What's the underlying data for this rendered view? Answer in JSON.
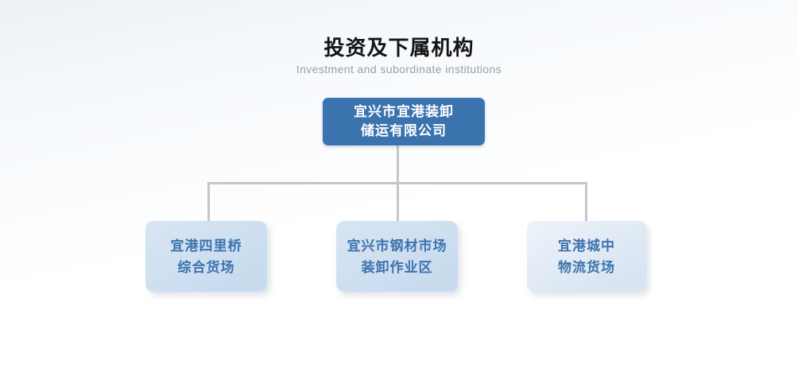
{
  "header": {
    "title": "投资及下属机构",
    "subtitle": "Investment and subordinate institutions"
  },
  "org_chart": {
    "root": {
      "line1": "宜兴市宜港装卸",
      "line2": "储运有限公司"
    },
    "children": [
      {
        "line1": "宜港四里桥",
        "line2": "综合货场"
      },
      {
        "line1": "宜兴市钢材市场",
        "line2": "装卸作业区"
      },
      {
        "line1": "宜港城中",
        "line2": "物流货场"
      }
    ]
  },
  "colors": {
    "root_bg": "#3a73ae",
    "root_text": "#ffffff",
    "child_text": "#3d72ae",
    "child_bg": "#c8dcee",
    "child_bg_hi": "#d8e5f3",
    "child_bg_light": "#d7e4f2",
    "child_bg_light_hi": "#eef3fa",
    "connector": "#c6c6c6"
  }
}
